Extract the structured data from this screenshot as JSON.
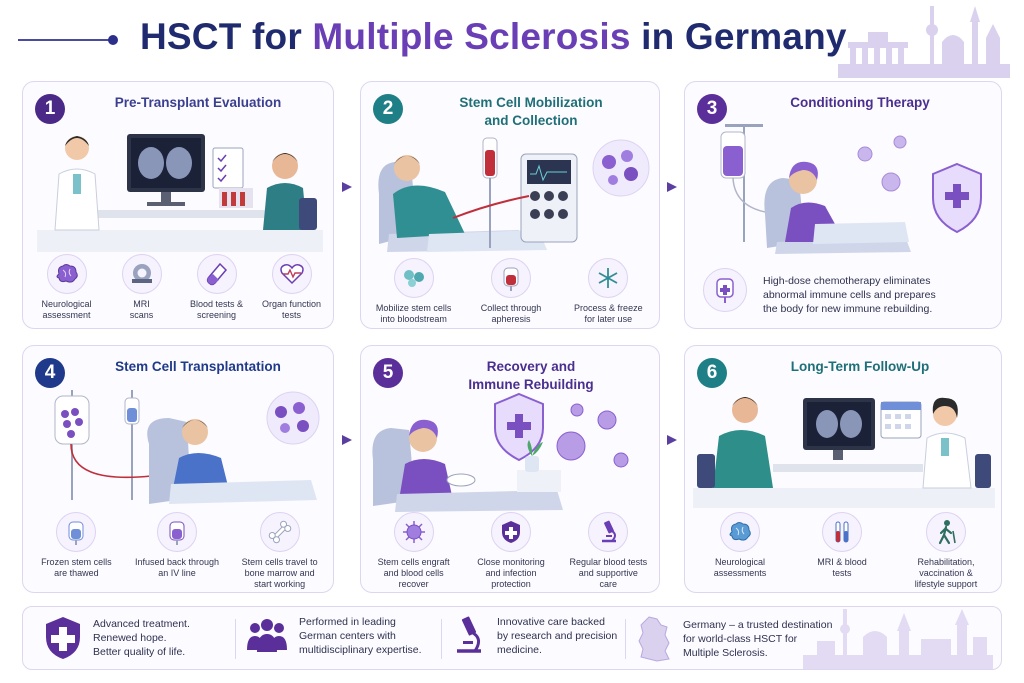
{
  "header": {
    "title_part1": "HSCT for ",
    "title_part2": "Multiple Sclerosis",
    "title_part3": " in Germany"
  },
  "steps": [
    {
      "number": "1",
      "title_line1": "Pre-Transplant Evaluation",
      "title_line2": "",
      "color": "#4b2a87",
      "title_color": "#3a3f8f",
      "items": [
        {
          "icon": "brain-icon",
          "line1": "Neurological",
          "line2": "assessment"
        },
        {
          "icon": "mri-scanner-icon",
          "line1": "MRI",
          "line2": "scans"
        },
        {
          "icon": "test-tube-icon",
          "line1": "Blood tests &",
          "line2": "screening"
        },
        {
          "icon": "heart-pulse-icon",
          "line1": "Organ function",
          "line2": "tests"
        }
      ]
    },
    {
      "number": "2",
      "title_line1": "Stem Cell Mobilization",
      "title_line2": "and Collection",
      "color": "#1f7f86",
      "title_color": "#1f6f78",
      "items": [
        {
          "icon": "cells-icon",
          "line1": "Mobilize stem cells",
          "line2": "into bloodstream"
        },
        {
          "icon": "blood-bag-icon",
          "line1": "Collect through",
          "line2": "apheresis"
        },
        {
          "icon": "snowflake-icon",
          "line1": "Process & freeze",
          "line2": "for later use"
        }
      ]
    },
    {
      "number": "3",
      "title_line1": "Conditioning Therapy",
      "title_line2": "",
      "color": "#5b2f99",
      "title_color": "#4a2f8f",
      "description_lines": [
        "High-dose chemotherapy eliminates",
        "abnormal immune cells and prepares",
        "the body for new immune rebuilding."
      ]
    },
    {
      "number": "4",
      "title_line1": "Stem Cell Transplantation",
      "title_line2": "",
      "color": "#1f3a8a",
      "title_color": "#1f3a8a",
      "items": [
        {
          "icon": "iv-bag-icon",
          "line1": "Frozen stem cells",
          "line2": "are thawed",
          "line3": ""
        },
        {
          "icon": "iv-bag-icon",
          "line1": "Infused back through",
          "line2": "an IV line",
          "line3": ""
        },
        {
          "icon": "bone-icon",
          "line1": "Stem cells travel to",
          "line2": "bone marrow and",
          "line3": "start working"
        }
      ]
    },
    {
      "number": "5",
      "title_line1": "Recovery and",
      "title_line2": "Immune Rebuilding",
      "color": "#5b2f99",
      "title_color": "#4a2f8f",
      "items": [
        {
          "icon": "virus-icon",
          "line1": "Stem cells engraft",
          "line2": "and blood cells",
          "line3": "recover"
        },
        {
          "icon": "shield-icon",
          "line1": "Close monitoring",
          "line2": "and infection",
          "line3": "protection"
        },
        {
          "icon": "microscope-icon",
          "line1": "Regular blood tests",
          "line2": "and supportive",
          "line3": "care"
        }
      ]
    },
    {
      "number": "6",
      "title_line1": "Long-Term Follow-Up",
      "title_line2": "",
      "color": "#1f7f86",
      "title_color": "#1f6f78",
      "items": [
        {
          "icon": "brain-icon",
          "line1": "Neurological",
          "line2": "assessments",
          "line3": ""
        },
        {
          "icon": "test-tube-icon",
          "line1": "MRI & blood",
          "line2": "tests",
          "line3": ""
        },
        {
          "icon": "walking-icon",
          "line1": "Rehabilitation,",
          "line2": "vaccination &",
          "line3": "lifestyle support"
        }
      ]
    }
  ],
  "footer": {
    "items": [
      {
        "icon": "shield-cross-icon",
        "lines": [
          "Advanced treatment.",
          "Renewed hope.",
          "Better quality of life."
        ]
      },
      {
        "icon": "people-icon",
        "lines": [
          "Performed in leading",
          "German centers with",
          "multidisciplinary expertise."
        ]
      },
      {
        "icon": "microscope-icon",
        "lines": [
          "Innovative care backed",
          "by research and precision",
          "medicine."
        ]
      },
      {
        "icon": "germany-map-icon",
        "lines": [
          "Germany – a trusted destination",
          "for world-class HSCT for",
          "Multiple Sclerosis."
        ]
      }
    ]
  },
  "colors": {
    "primary_navy": "#1f2b6e",
    "accent_purple": "#6a3fb5",
    "teal": "#1f7f86",
    "card_border": "#ddd6f0"
  }
}
